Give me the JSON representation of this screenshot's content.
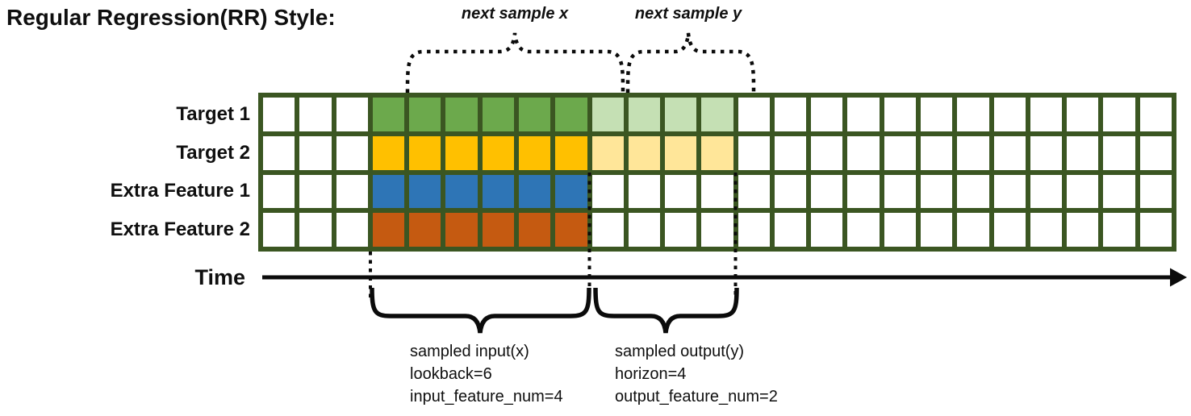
{
  "title": "Regular Regression(RR) Style:",
  "annotations": {
    "next_sample_x": "next sample x",
    "next_sample_y": "next sample y"
  },
  "grid": {
    "rows": [
      {
        "label": "Target 1",
        "lookback_color": "#6CA94C",
        "horizon_color": "#C5E0B4"
      },
      {
        "label": "Target 2",
        "lookback_color": "#FFC000",
        "horizon_color": "#FFE699"
      },
      {
        "label": "Extra Feature 1",
        "lookback_color": "#2E75B6",
        "horizon_color": null
      },
      {
        "label": "Extra Feature 2",
        "lookback_color": "#C55A11",
        "horizon_color": null
      }
    ],
    "total_columns": 25,
    "leading_empty_columns": 3,
    "lookback_columns": 6,
    "horizon_columns": 4,
    "frame_color": "#3B5622",
    "empty_cell_color": "#FFFFFF"
  },
  "time_axis": {
    "label": "Time"
  },
  "sample_input": {
    "line1": "sampled input(x)",
    "line2": "lookback=6",
    "line3": "input_feature_num=4"
  },
  "sample_output": {
    "line1": "sampled output(y)",
    "line2": "horizon=4",
    "line3": "output_feature_num=2"
  }
}
